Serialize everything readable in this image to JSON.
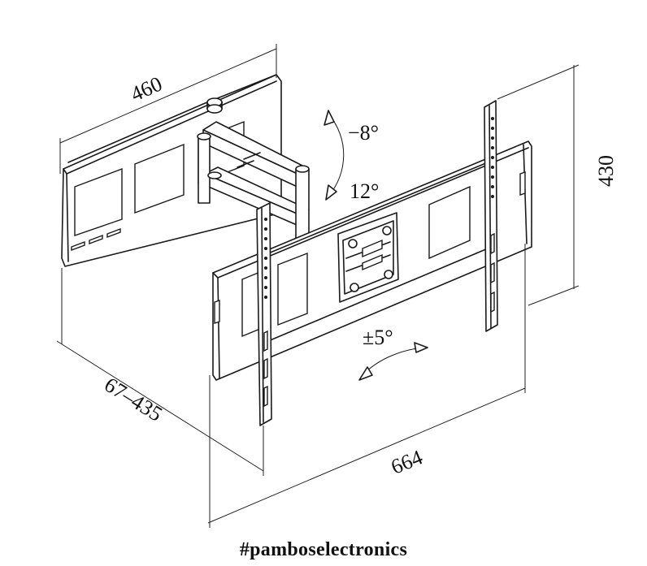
{
  "dimensions": {
    "width_top": "460",
    "depth": "67–435",
    "width_bottom": "664",
    "height": "430"
  },
  "angles": {
    "tilt_up": "−8°",
    "tilt_down": "12°",
    "swivel": "±5°"
  },
  "watermark": "#pamboselectronics",
  "colors": {
    "line": "#1a1a1a",
    "background": "#ffffff"
  }
}
